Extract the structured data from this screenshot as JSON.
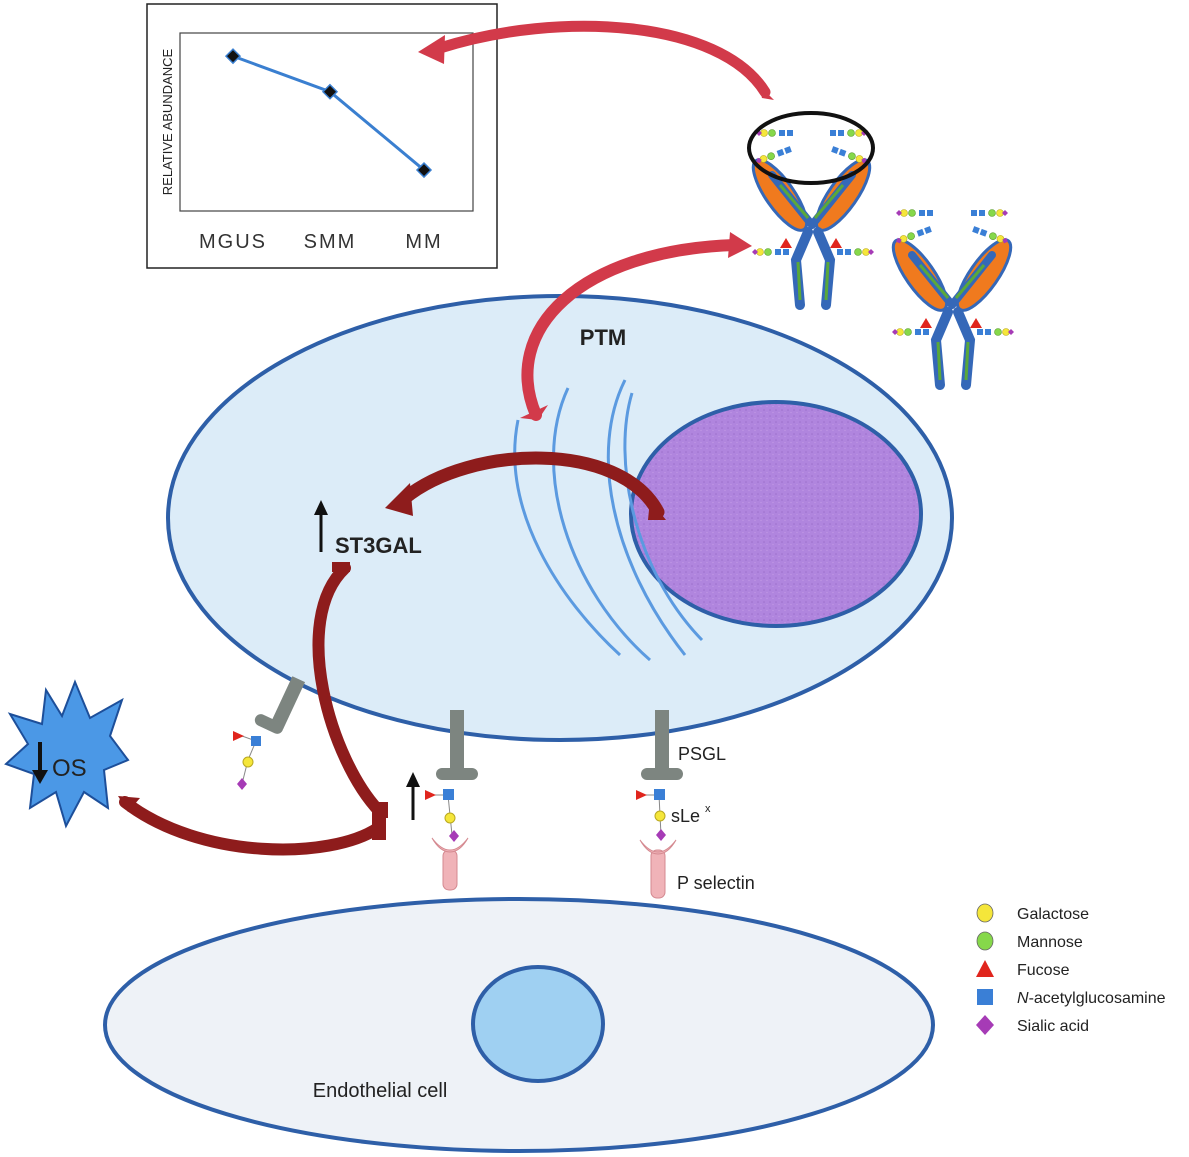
{
  "colors": {
    "cell_fill": "#dcecf8",
    "cell_stroke": "#2e5fa8",
    "nucleus_fill": "#b085de",
    "endo_fill": "#eef2f7",
    "endo_nucleus": "#9fd0f2",
    "ptm_arrow": "#d23a4a",
    "dark_arrow": "#8e1c1c",
    "receptor": "#7d8580",
    "selectin": "#f0b3b8",
    "os_star": "#4b98e6",
    "chart_line": "#3a7fd0",
    "antibody_blue": "#3568b8",
    "antibody_orange": "#f07a1e",
    "antibody_green": "#5aa83a"
  },
  "chart_data": {
    "type": "line",
    "categories": [
      "MGUS",
      "SMM",
      "MM"
    ],
    "values": [
      0.87,
      0.67,
      0.23
    ],
    "ylabel": "RELATIVE ABUNDANCE",
    "xlabel": "",
    "ylim": [
      0,
      1
    ]
  },
  "labels": {
    "ptm": "PTM",
    "st3gal": "ST3GAL",
    "os": "OS",
    "psgl": "PSGL",
    "slex": "sLe",
    "slex_sup": "x",
    "p_selectin": "P selectin",
    "endothelial": "Endothelial cell"
  },
  "legend": [
    {
      "shape": "circle",
      "color": "#f5e63a",
      "label": "Galactose"
    },
    {
      "shape": "circle",
      "color": "#86d84a",
      "label": "Mannose"
    },
    {
      "shape": "triangle",
      "color": "#e0251d",
      "label": "Fucose"
    },
    {
      "shape": "square",
      "color": "#3a7fd6",
      "label": "N-acetylglucosamine"
    },
    {
      "shape": "diamond",
      "color": "#a63bb6",
      "label": "Sialic acid"
    }
  ]
}
